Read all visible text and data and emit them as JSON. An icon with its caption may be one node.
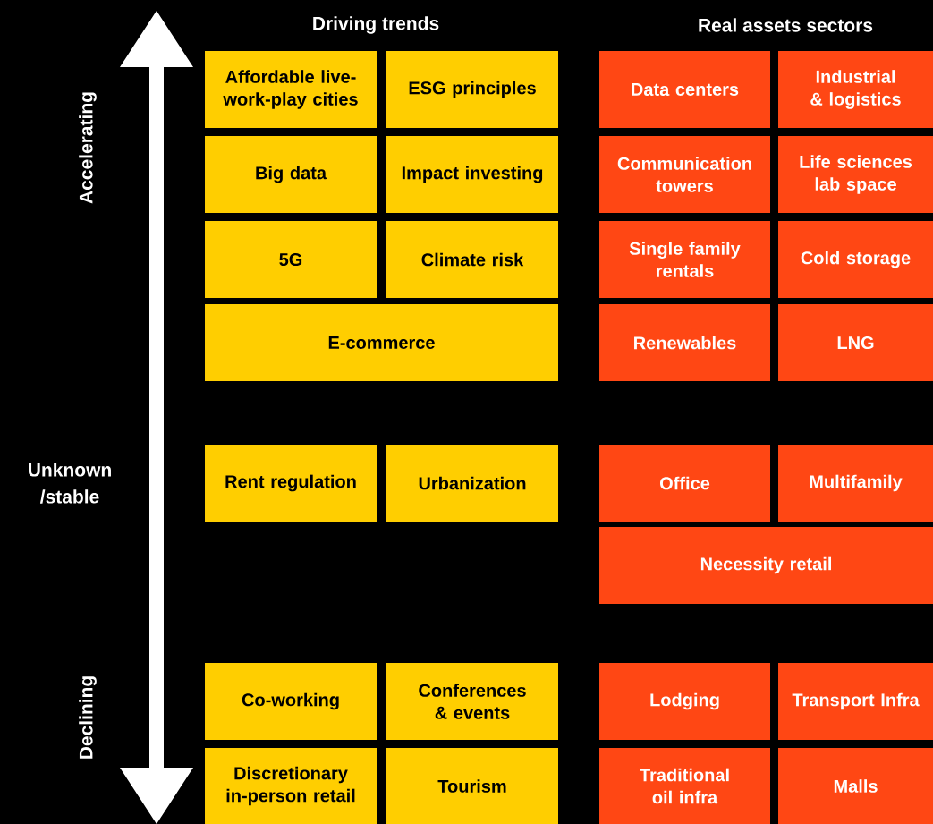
{
  "diagram": {
    "nodes": [
      {
        "text": [
          "Affordable live-work-play cities"
        ]
      },
      {
        "text": [
          "ESG principles"
        ]
      },
      {
        "text": [
          "Data centers"
        ]
      },
      {
        "text": [
          "Industrial & logistics"
        ]
      },
      {
        "text": [
          "Big data"
        ]
      },
      {
        "text": [
          "Impact investing"
        ]
      },
      {
        "text": [
          "Communication towers"
        ]
      },
      {
        "text": [
          "Life sciences lab space"
        ]
      },
      {
        "text": [
          "5G"
        ]
      },
      {
        "text": [
          "Climate risk"
        ]
      },
      {
        "text": [
          "Single family rentals"
        ]
      },
      {
        "text": [
          "Cold storage"
        ]
      },
      {
        "text": [
          "E-commerce"
        ]
      },
      {
        "text": [
          "Renewables"
        ]
      },
      {
        "text": [
          "LNG"
        ]
      },
      {
        "text": [
          "Rent regulation"
        ]
      },
      {
        "text": [
          "Urbanization"
        ]
      },
      {
        "text": [
          "Office"
        ]
      },
      {
        "text": [
          "Multifamily"
        ]
      },
      {
        "text": [
          "Necessity retail"
        ]
      },
      {
        "text": [
          "Co-working"
        ]
      },
      {
        "text": [
          "Conferences & events"
        ]
      },
      {
        "text": [
          "Lodging"
        ]
      },
      {
        "text": [
          "Transport Infra"
        ]
      },
      {
        "text": [
          "Discretionary in-person retail"
        ]
      },
      {
        "text": [
          "Tourism"
        ]
      },
      {
        "text": [
          "Traditional oil infra"
        ]
      },
      {
        "text": [
          "Malls"
        ]
      }
    ],
    "edges": [],
    "labels": [
      "Driving trends",
      "Real assets sectors",
      "Accelerating",
      "Unknown /stable",
      "Declining"
    ]
  }
}
